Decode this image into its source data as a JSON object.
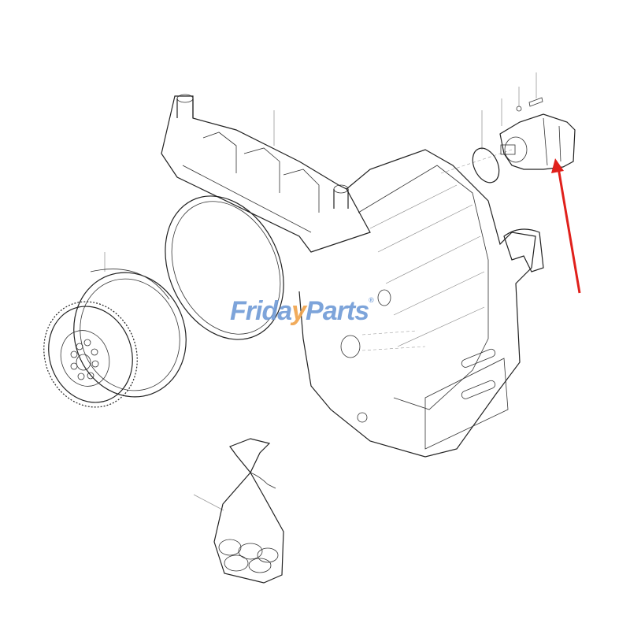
{
  "diagram": {
    "type": "exploded-parts-diagram",
    "subject": "transmission gearbox assembly",
    "components": [
      {
        "id": "transmission-housing",
        "label": "Transmission housing"
      },
      {
        "id": "torque-converter",
        "label": "Torque converter / flywheel gear"
      },
      {
        "id": "hydraulic-pump",
        "label": "Hydraulic gear pump",
        "highlighted": true
      },
      {
        "id": "o-ring",
        "label": "O-ring seal"
      },
      {
        "id": "bolt",
        "label": "Bolt"
      },
      {
        "id": "washer",
        "label": "Washer"
      },
      {
        "id": "parts-bag",
        "label": "Seal kit bag"
      },
      {
        "id": "output-yoke",
        "label": "Output yoke"
      }
    ],
    "highlight_arrow_color": "#e0201b"
  },
  "watermark": {
    "part1": "Frida",
    "part2": "y",
    "part3": "Parts",
    "registered": "®",
    "color_primary": "#6f9bd6",
    "color_accent": "#f0a24a"
  }
}
